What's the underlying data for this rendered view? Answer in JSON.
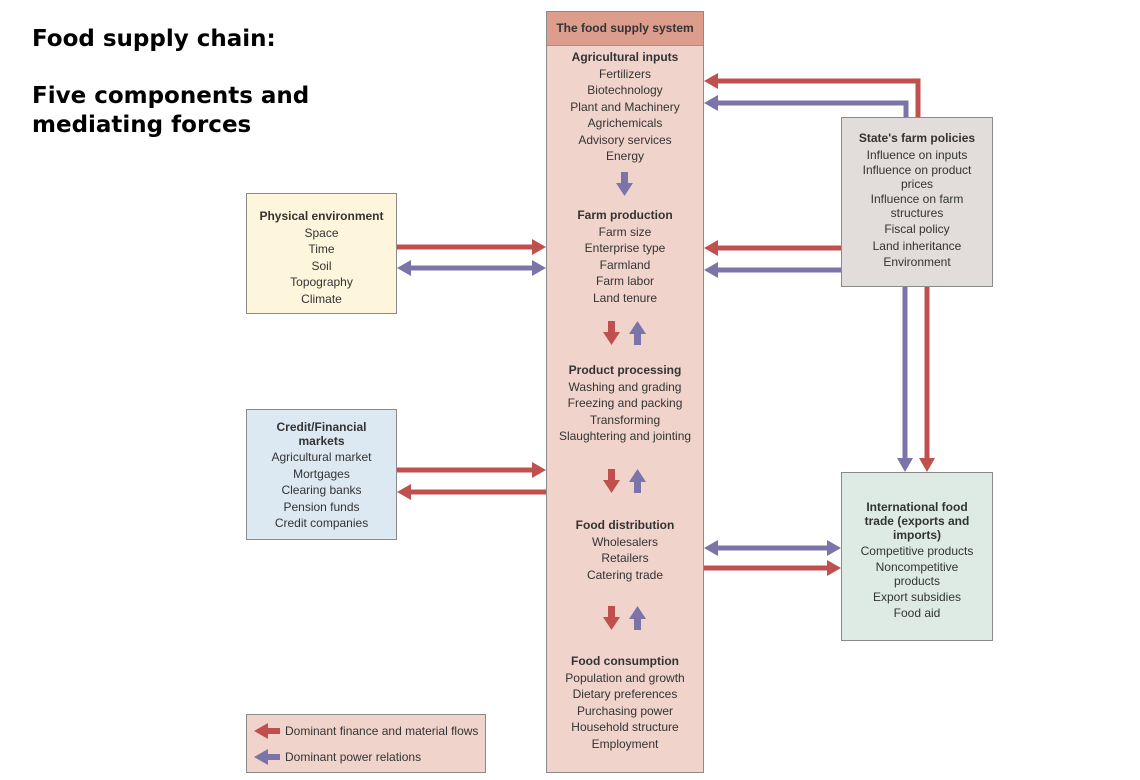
{
  "heading": {
    "line1": "Food supply chain:",
    "line2": "Five components and",
    "line3": "mediating forces"
  },
  "system": {
    "title": "The food supply system",
    "sections": [
      {
        "title": "Agricultural inputs",
        "items": [
          "Fertilizers",
          "Biotechnology",
          "Plant and Machinery",
          "Agrichemicals",
          "Advisory services",
          "Energy"
        ]
      },
      {
        "title": "Farm production",
        "items": [
          "Farm size",
          "Enterprise type",
          "Farmland",
          "Farm labor",
          "Land tenure"
        ]
      },
      {
        "title": "Product processing",
        "items": [
          "Washing and grading",
          "Freezing and packing",
          "Transforming",
          "Slaughtering and jointing"
        ]
      },
      {
        "title": "Food distribution",
        "items": [
          "Wholesalers",
          "Retailers",
          "Catering trade"
        ]
      },
      {
        "title": "Food consumption",
        "items": [
          "Population and growth",
          "Dietary preferences",
          "Purchasing power",
          "Household structure",
          "Employment"
        ]
      }
    ]
  },
  "physical": {
    "title": "Physical environment",
    "items": [
      "Space",
      "Time",
      "Soil",
      "Topography",
      "Climate"
    ]
  },
  "credit": {
    "title_line1": "Credit/Financial",
    "title_line2": "markets",
    "items": [
      "Agricultural market",
      "Mortgages",
      "Clearing banks",
      "Pension funds",
      "Credit companies"
    ]
  },
  "state": {
    "title": "State's farm policies",
    "items": [
      [
        "Influence on inputs"
      ],
      [
        "Influence on product",
        "prices"
      ],
      [
        "Influence on farm",
        "structures"
      ],
      [
        "Fiscal policy"
      ],
      [
        "Land inheritance"
      ],
      [
        "Environment"
      ]
    ]
  },
  "trade": {
    "title_lines": [
      "International food",
      "trade (exports and",
      "imports)"
    ],
    "items": [
      [
        "Competitive products"
      ],
      [
        "Noncompetitive",
        "products"
      ],
      [
        "Export subsidies"
      ],
      [
        "Food aid"
      ]
    ]
  },
  "legend": {
    "finance": "Dominant finance and material flows",
    "power": "Dominant power relations"
  },
  "colors": {
    "finance": "#c0504d",
    "power": "#7b74a8",
    "system_bg": "#f0d4cc",
    "system_title_bg": "#dd9d8c",
    "physical_bg": "#fdf6dc",
    "credit_bg": "#dde9f2",
    "state_bg": "#e2dcdb",
    "trade_bg": "#deebe4",
    "legend_bg": "#f0d4cc"
  }
}
